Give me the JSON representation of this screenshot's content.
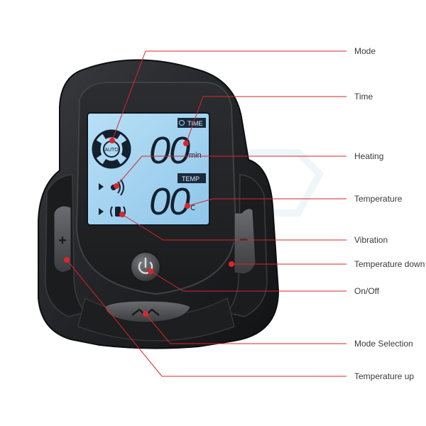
{
  "colors": {
    "leader_line": "#d9262c",
    "leader_dot": "#e0242b",
    "device_body": "#252628",
    "lcd_background": "#a9d6f1",
    "lcd_ink": "#14202e",
    "label_text": "#3a3a3a"
  },
  "lcd": {
    "time_label": "TIME",
    "time_value": "00",
    "time_unit": "min",
    "temp_label": "TEMP",
    "temp_value": "00",
    "temp_unit": "℃",
    "auto_label": "AUTO"
  },
  "buttons": {
    "plus_symbol": "+",
    "minus_symbol": "−",
    "power_icon": "power-icon",
    "mode_icon": "wave-chevron-icon"
  },
  "callouts": [
    {
      "id": "mode",
      "label": "Mode"
    },
    {
      "id": "time",
      "label": "Time"
    },
    {
      "id": "heating",
      "label": "Heating"
    },
    {
      "id": "temperature",
      "label": "Temperature"
    },
    {
      "id": "vibration",
      "label": "Vibration"
    },
    {
      "id": "temperature-down",
      "label": "Temperature down"
    },
    {
      "id": "on-off",
      "label": "On/Off"
    },
    {
      "id": "mode-selection",
      "label": "Mode Selection"
    },
    {
      "id": "temperature-up",
      "label": "Temperature up"
    }
  ]
}
